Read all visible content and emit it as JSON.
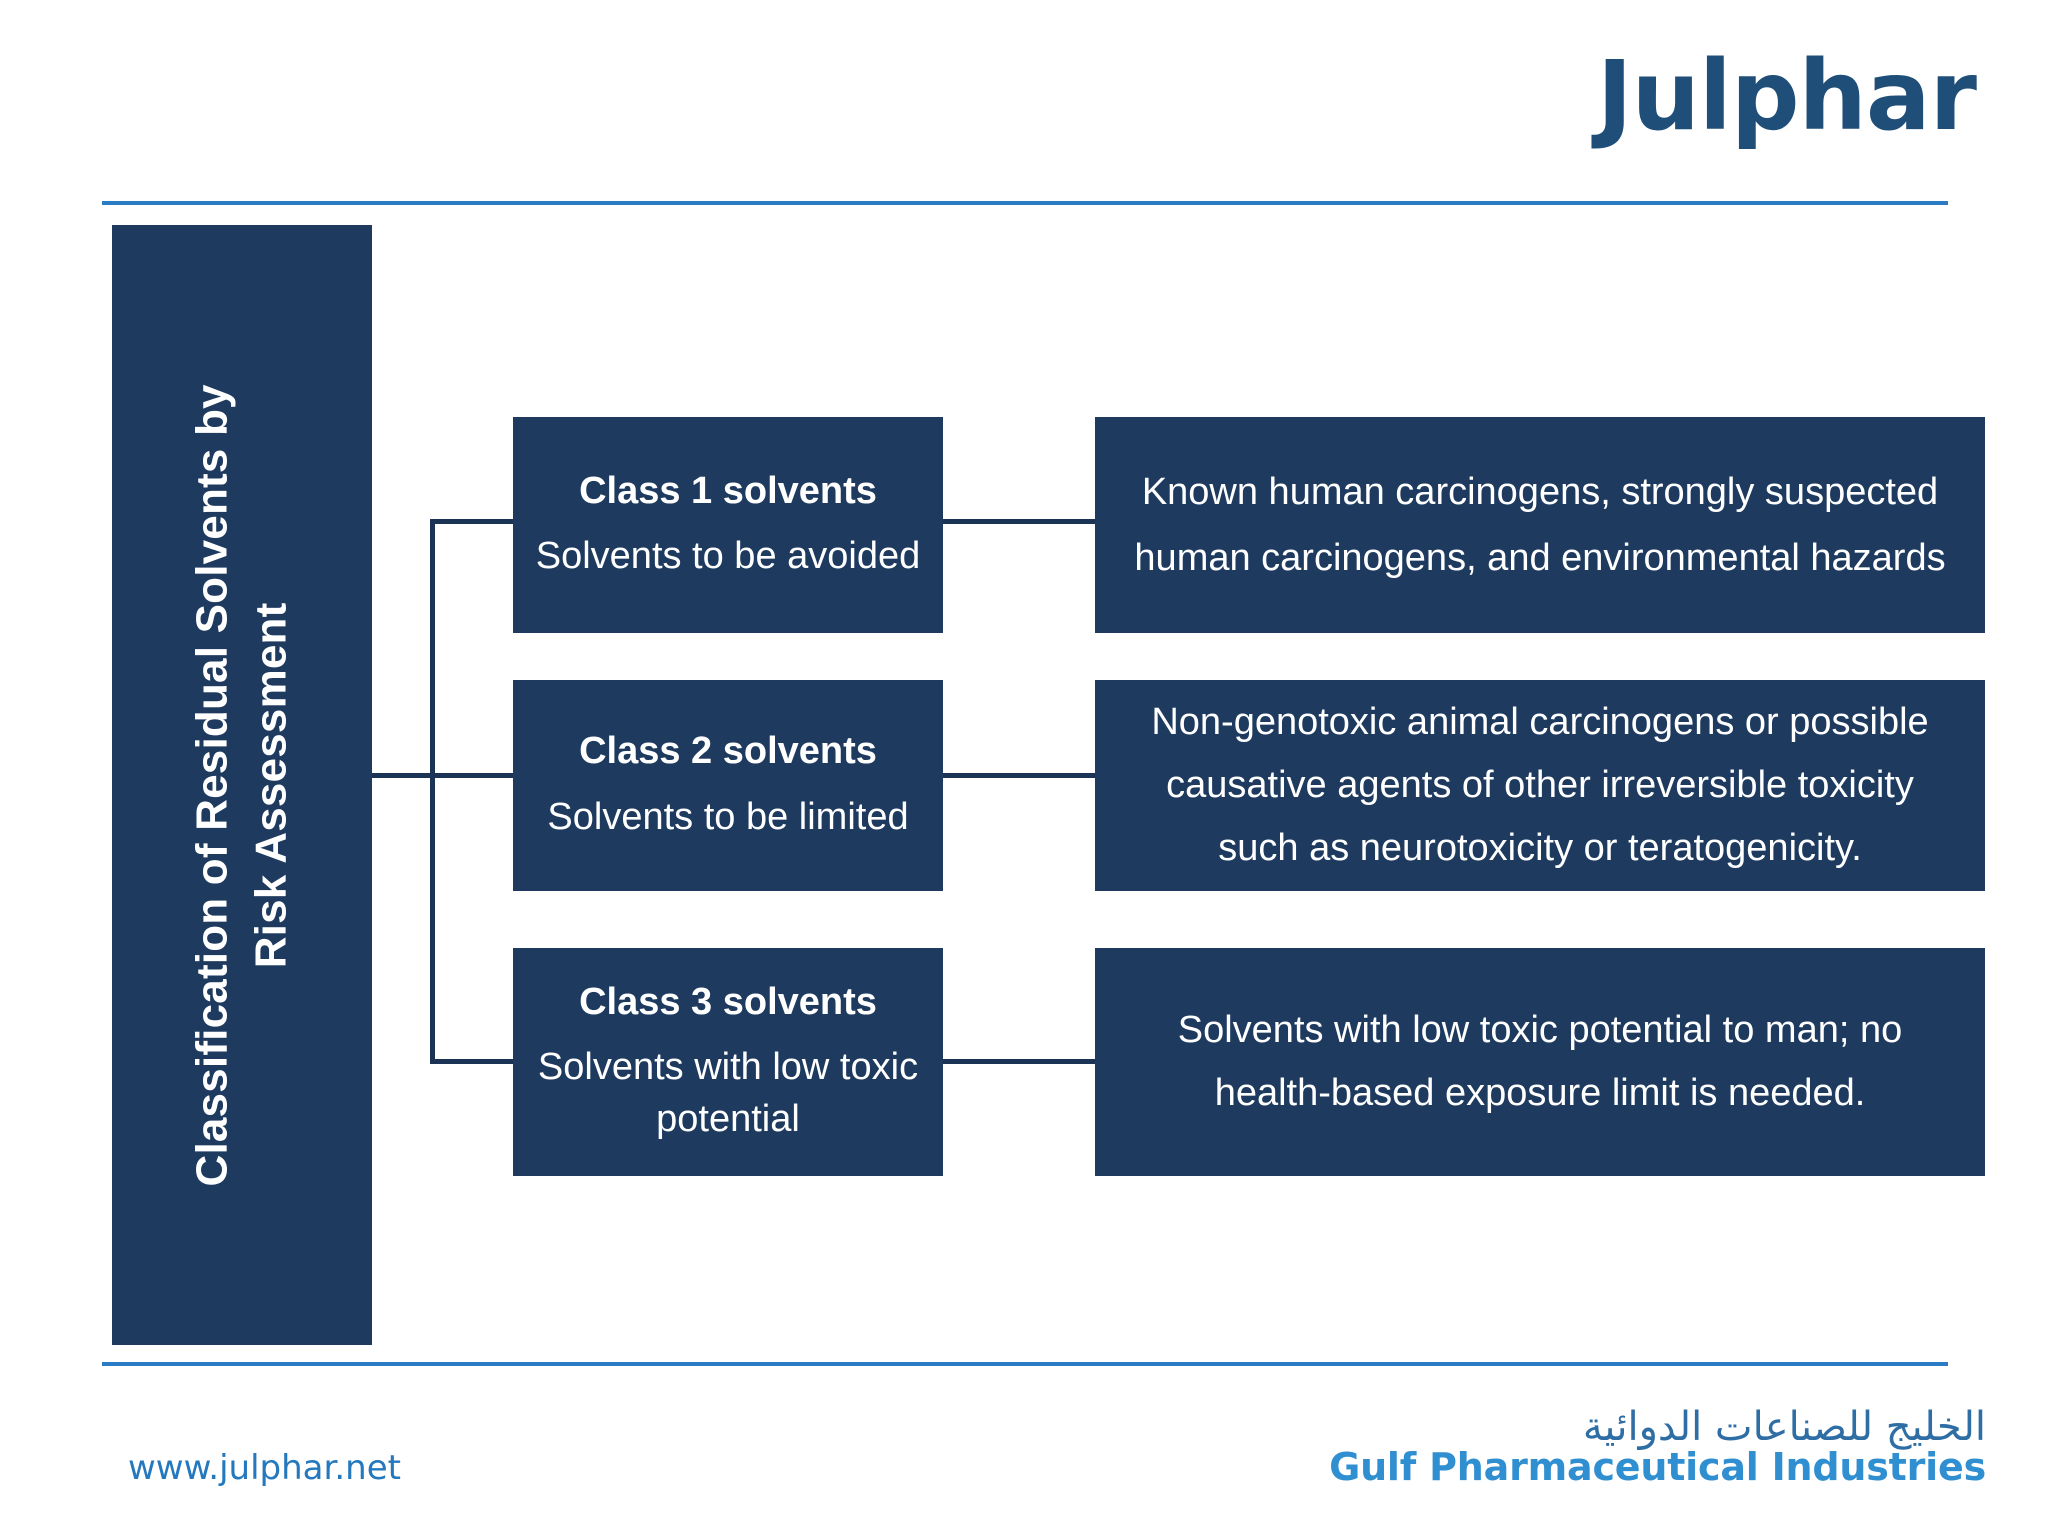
{
  "brand": {
    "logo_text": "Julphar",
    "logo_color": "#1f4e79",
    "rule_color": "#2a7cc7"
  },
  "title_bar": {
    "line1": "Classification of Residual Solvents by",
    "line2": "Risk Assessment",
    "background_color": "#1e3a5f",
    "text_color": "#ffffff"
  },
  "diagram_data": {
    "type": "diagram",
    "layout": "bracket-tree",
    "root": "Classification of Residual Solvents by Risk Assessment",
    "rows": [
      {
        "class_title": "Class 1 solvents",
        "class_subtitle": "Solvents to be avoided",
        "description": "Known human carcinogens, strongly suspected human carcinogens, and environmental hazards"
      },
      {
        "class_title": "Class 2 solvents",
        "class_subtitle": "Solvents to be limited",
        "description": "Non-genotoxic animal carcinogens or possible causative agents of other irreversible toxicity such as neurotoxicity or teratogenicity."
      },
      {
        "class_title": "Class 3 solvents",
        "class_subtitle": "Solvents with low toxic potential",
        "description": "Solvents with low toxic potential to man; no health-based exposure limit is needed."
      }
    ],
    "box_color": "#1e3a5f",
    "connector_color": "#1b3354"
  },
  "footer": {
    "url": "www.julphar.net",
    "url_color": "#2478bd",
    "logo_arabic": "الخليج للصناعات الدوائية",
    "logo_english": "Gulf Pharmaceutical Industries",
    "logo_arabic_color": "#2f6ea5",
    "logo_english_color": "#2f8fd0"
  }
}
